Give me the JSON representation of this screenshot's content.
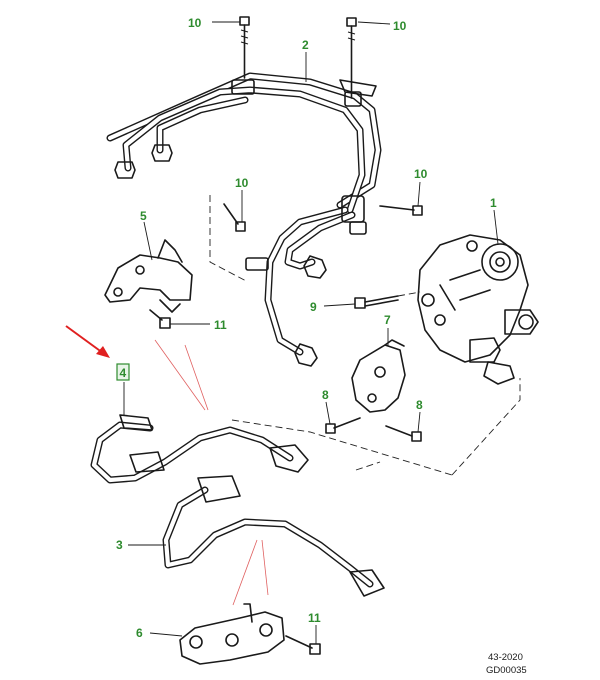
{
  "callouts": {
    "c10a": "10",
    "c10b": "10",
    "c2": "2",
    "c10c": "10",
    "c10d": "10",
    "c5": "5",
    "c1": "1",
    "c9": "9",
    "c7": "7",
    "c11a": "11",
    "c4": "4",
    "c8a": "8",
    "c8b": "8",
    "c3": "3",
    "c6": "6",
    "c11b": "11"
  },
  "reference": {
    "date_code": "43-2020",
    "drawing_code": "GD00035"
  },
  "colors": {
    "callout_text": "#2e8b2e",
    "arrow": "#e02020",
    "leader_highlight": "#e06060",
    "line_art": "#1a1a1a"
  }
}
